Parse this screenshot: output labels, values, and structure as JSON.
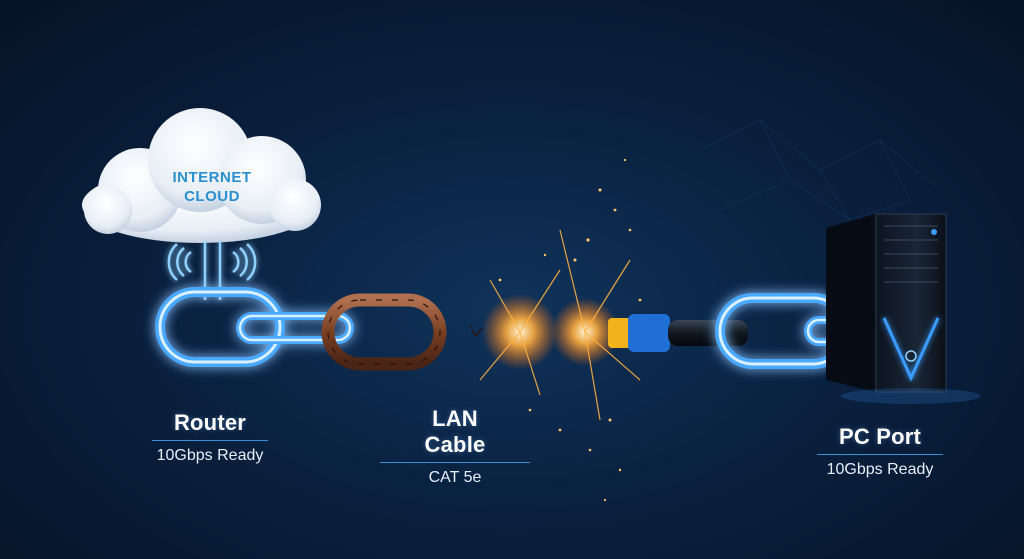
{
  "cloud": {
    "line1": "INTERNET",
    "line2": "CLOUD"
  },
  "nodes": [
    {
      "id": "router",
      "title": "Router",
      "subtitle": "10Gbps Ready"
    },
    {
      "id": "lan",
      "title": "LAN Cable",
      "subtitle": "CAT 5e"
    },
    {
      "id": "pc",
      "title": "PC Port",
      "subtitle": "10Gbps Ready"
    }
  ],
  "colors": {
    "glow": "#4aa8ff",
    "rust": "#8a4a2a",
    "spark": "#ffb040",
    "connector": "#1f6fd6",
    "connector_band": "#f2b21c"
  }
}
